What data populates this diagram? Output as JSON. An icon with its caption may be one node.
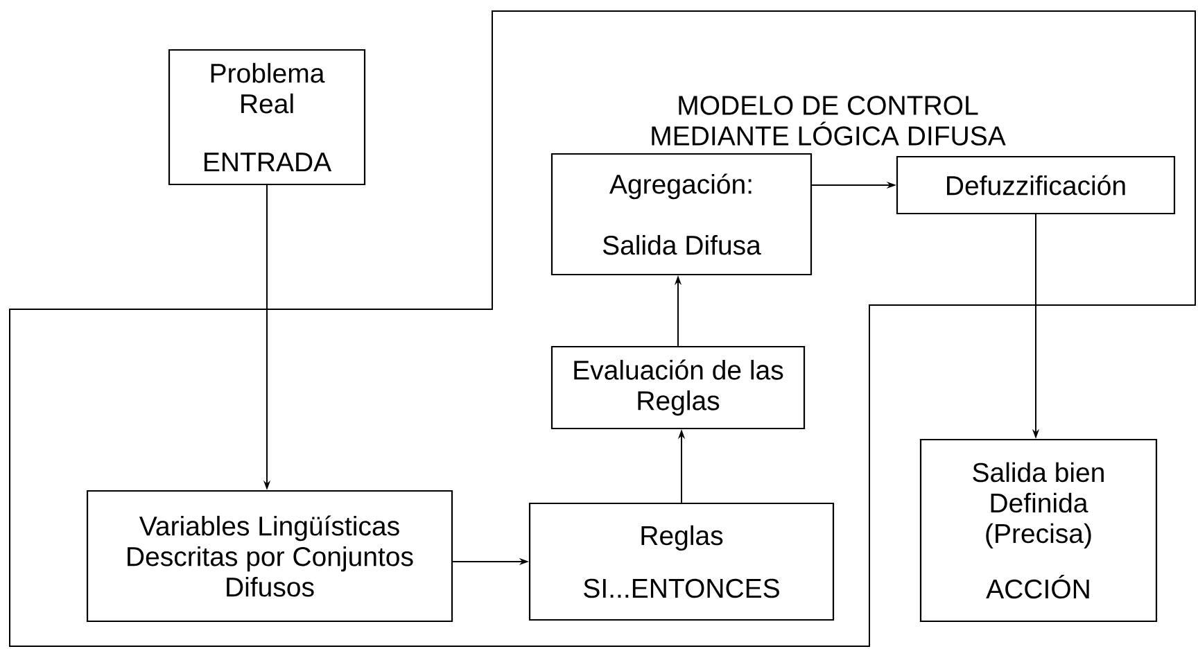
{
  "diagram": {
    "nodes": [
      {
        "text": [
          "MODELO DE CONTROL MEDIANTE LÓGICA DIFUSA"
        ]
      },
      {
        "text": [
          "Problema Real",
          "ENTRADA"
        ]
      },
      {
        "text": [
          "Agregación:",
          "Salida Difusa"
        ],
        "in": 0
      },
      {
        "text": [
          "Defuzzificación"
        ],
        "in": 0
      },
      {
        "text": [
          "Evaluación de las Reglas"
        ],
        "in": 0
      },
      {
        "text": [
          "Variables Lingüísticas Descritas por Conjuntos Difusos"
        ],
        "in": 0
      },
      {
        "text": [
          "Reglas",
          "SI...ENTONCES"
        ],
        "in": 0
      },
      {
        "text": [
          "Salida bien Definida (Precisa)",
          "ACCIÓN"
        ]
      }
    ],
    "edges": [
      {
        "from": 1,
        "to": 5,
        "arrow": "to"
      },
      {
        "from": 5,
        "to": 6,
        "arrow": "to"
      },
      {
        "from": 6,
        "to": 4,
        "arrow": "to"
      },
      {
        "from": 4,
        "to": 2,
        "arrow": "to"
      },
      {
        "from": 2,
        "to": 3,
        "arrow": "to"
      },
      {
        "from": 3,
        "to": 7,
        "arrow": "to"
      }
    ]
  }
}
